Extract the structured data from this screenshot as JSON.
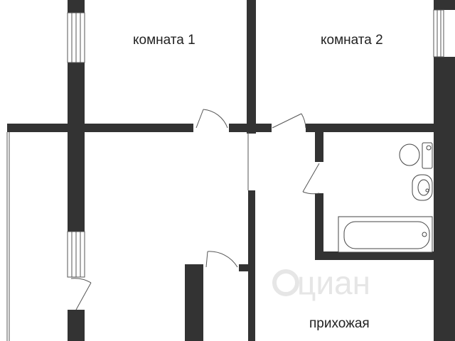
{
  "rooms": {
    "room1": "комната 1",
    "room2": "комната 2",
    "hallway": "прихожая"
  },
  "watermark": "циан",
  "colors": {
    "wall": "#333333",
    "background": "#ffffff",
    "line": "#555555"
  },
  "icons": [
    "toilet-icon",
    "sink-icon",
    "bathtub-icon",
    "door-swing-icon",
    "window-icon"
  ]
}
